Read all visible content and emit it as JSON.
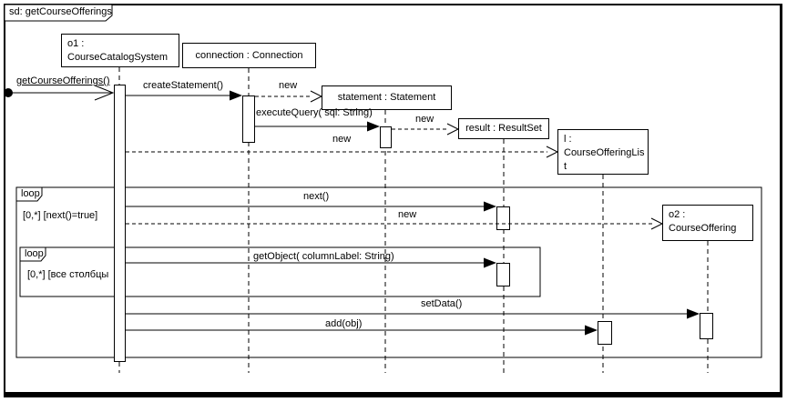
{
  "diagram": {
    "title": "sd: getCourseOfferings",
    "colors": {
      "line": "#000000",
      "background": "#ffffff"
    },
    "objects": {
      "o1_line1": "o1 :",
      "o1_line2": "CourseCatalogSystem",
      "connection": "connection : Connection",
      "statement": "statement : Statement",
      "result": "result : ResultSet",
      "l_line1": "l :",
      "l_line2": "CourseOfferingLis",
      "l_line3": "t",
      "o2_line1": "o2 :",
      "o2_line2": "CourseOffering"
    },
    "messages": {
      "get_course_offerings": "getCourseOfferings()",
      "create_statement": "createStatement()",
      "new_statement": "new",
      "execute_query": "executeQuery( sql: String)",
      "new_result": "new",
      "new_list": "new",
      "next": "next()",
      "new_o2": "new",
      "get_object": "getObject( columnLabel: String)",
      "set_data": "setData()",
      "add": "add(obj)"
    },
    "loops": {
      "outer_label": "loop",
      "outer_guard": "[0,*] [next()=true]",
      "inner_label": "loop",
      "inner_guard": "[0,*] [все столбцы"
    }
  }
}
